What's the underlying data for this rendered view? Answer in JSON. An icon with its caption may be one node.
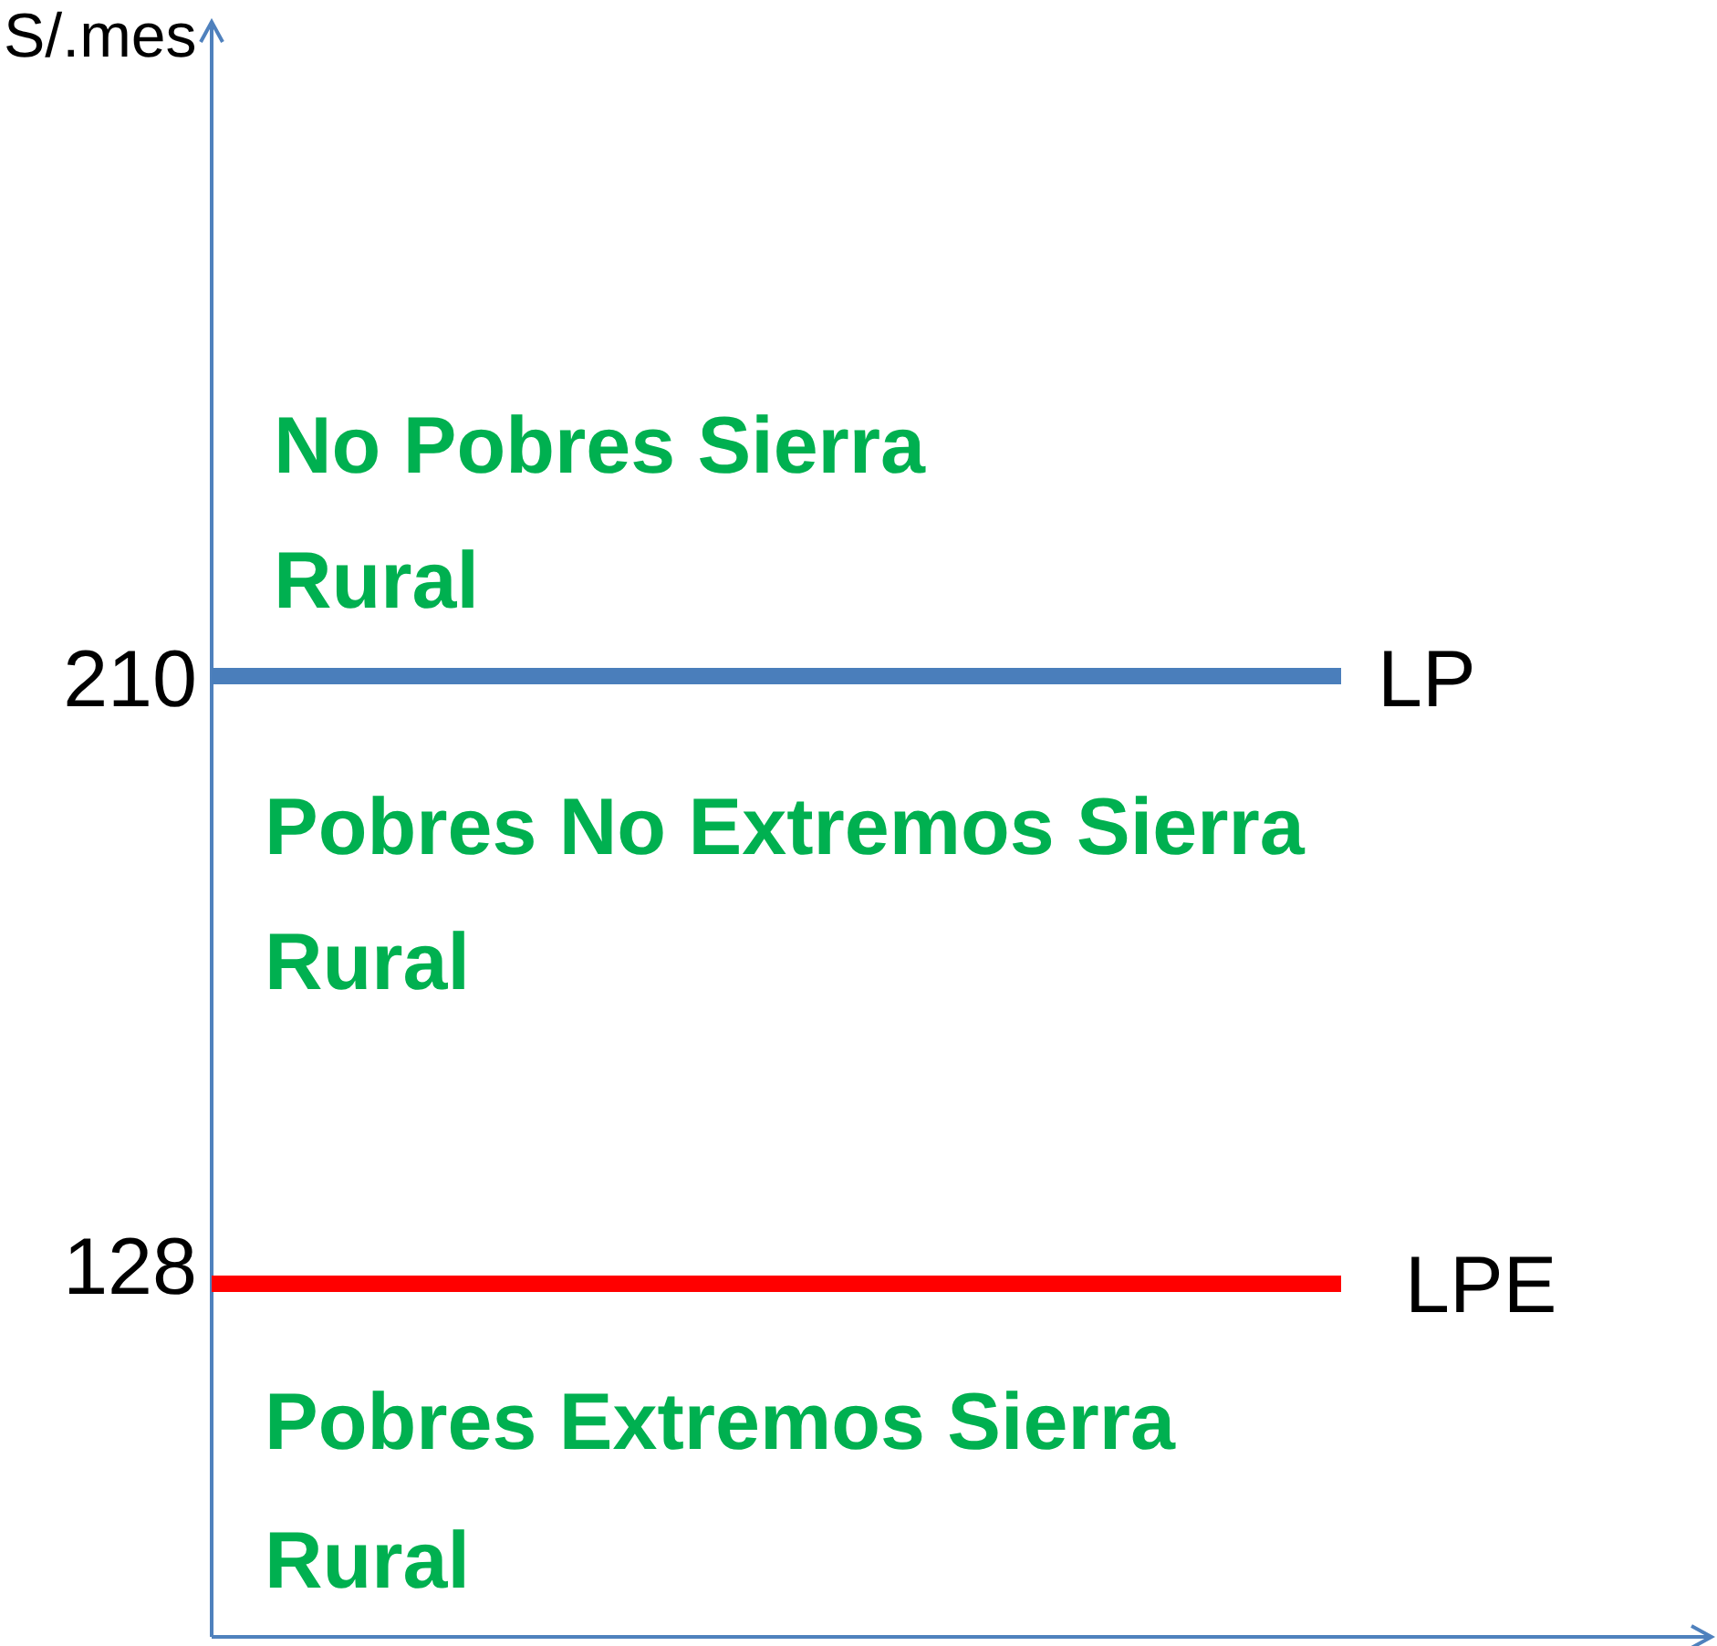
{
  "diagram": {
    "labels": [
      "S/.mes",
      "No Pobres Sierra Rural",
      "210",
      "LP",
      "Pobres No Extremos Sierra Rural",
      "128",
      "LPE",
      "Pobres Extremos Sierra Rural"
    ]
  }
}
